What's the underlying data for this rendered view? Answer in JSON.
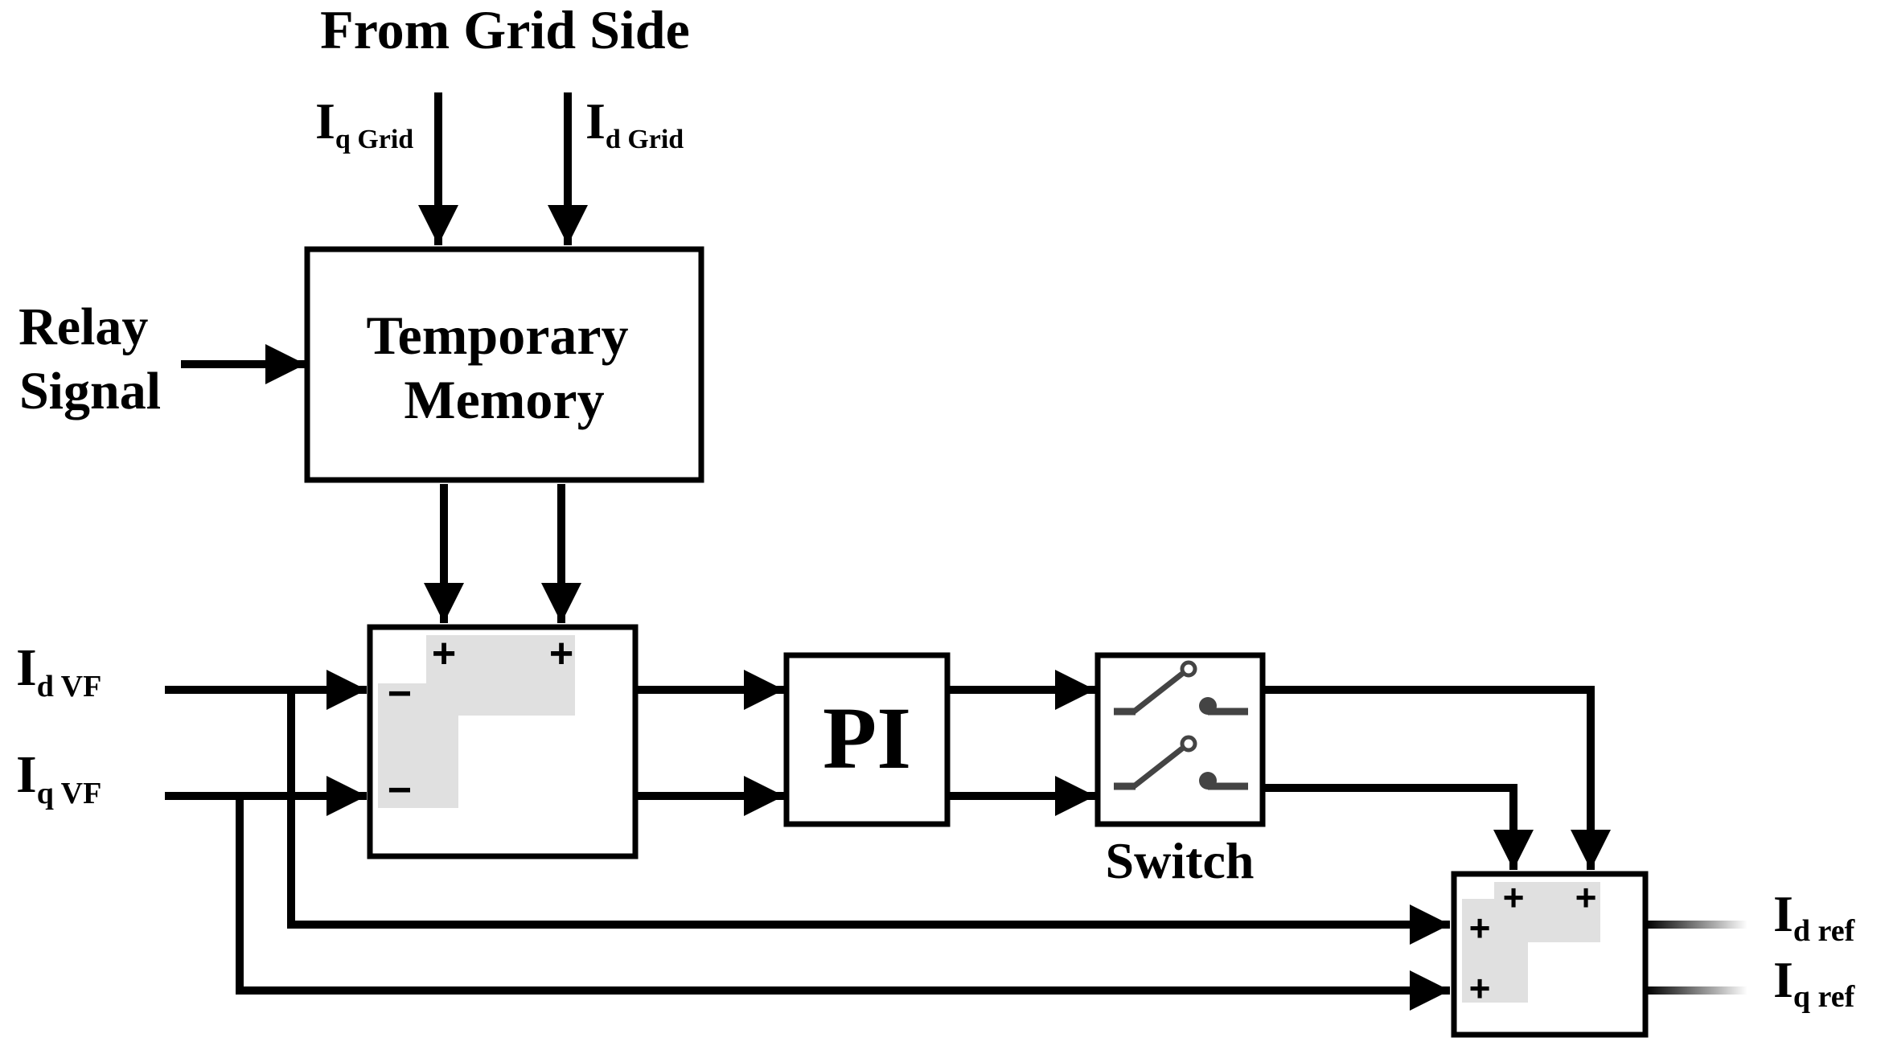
{
  "labels": {
    "from_grid_side": "From Grid Side",
    "iq_grid": {
      "main": "I",
      "sub": "q Grid"
    },
    "id_grid": {
      "main": "I",
      "sub": "d Grid"
    },
    "relay_line1": "Relay",
    "relay_line2": "Signal",
    "memory_line1": "Temporary",
    "memory_line2": "Memory",
    "id_vf": {
      "main": "I",
      "sub": "d VF"
    },
    "iq_vf": {
      "main": "I",
      "sub": "q VF"
    },
    "pi": "PI",
    "switch": "Switch",
    "id_ref": {
      "main": "I",
      "sub": "d ref"
    },
    "iq_ref": {
      "main": "I",
      "sub": "q ref"
    }
  },
  "summer1": {
    "signs": [
      "+",
      "+",
      "−",
      "−"
    ]
  },
  "summer2": {
    "signs": [
      "+",
      "+",
      "+",
      "+"
    ]
  }
}
